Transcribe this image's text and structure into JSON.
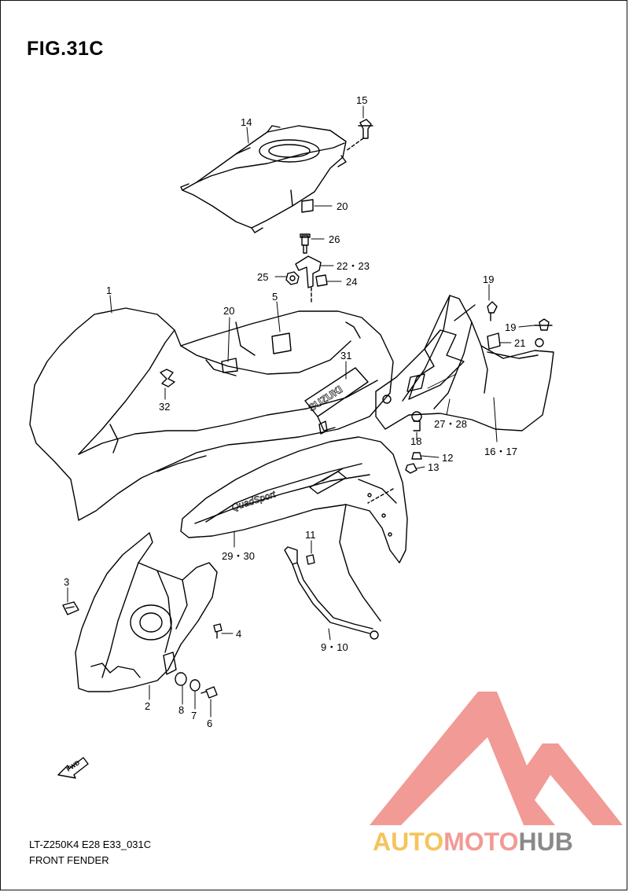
{
  "figure": {
    "title": "FIG.31C",
    "code": "LT-Z250K4 E28 E33_031C",
    "name": "FRONT FENDER"
  },
  "callouts": [
    {
      "id": "c14",
      "label": "14"
    },
    {
      "id": "c15",
      "label": "15"
    },
    {
      "id": "c20a",
      "label": "20"
    },
    {
      "id": "c26",
      "label": "26"
    },
    {
      "id": "c22",
      "label": "22・23"
    },
    {
      "id": "c25",
      "label": "25"
    },
    {
      "id": "c24",
      "label": "24"
    },
    {
      "id": "c1",
      "label": "1"
    },
    {
      "id": "c5",
      "label": "5"
    },
    {
      "id": "c20b",
      "label": "20"
    },
    {
      "id": "c31",
      "label": "31"
    },
    {
      "id": "c32",
      "label": "32"
    },
    {
      "id": "c19a",
      "label": "19"
    },
    {
      "id": "c19b",
      "label": "19"
    },
    {
      "id": "c21",
      "label": "21"
    },
    {
      "id": "c2728",
      "label": "27・28"
    },
    {
      "id": "c1617",
      "label": "16・17"
    },
    {
      "id": "c18",
      "label": "18"
    },
    {
      "id": "c12",
      "label": "12"
    },
    {
      "id": "c13",
      "label": "13"
    },
    {
      "id": "c11",
      "label": "11"
    },
    {
      "id": "c2930",
      "label": "29・30"
    },
    {
      "id": "c3",
      "label": "3"
    },
    {
      "id": "c4",
      "label": "4"
    },
    {
      "id": "c910",
      "label": "9・10"
    },
    {
      "id": "c2",
      "label": "2"
    },
    {
      "id": "c8",
      "label": "8"
    },
    {
      "id": "c7",
      "label": "7"
    },
    {
      "id": "c6",
      "label": "6"
    }
  ],
  "decals": {
    "brand": "SUZUKI",
    "model": "QuadSport",
    "fwd": "FWD"
  },
  "watermark": {
    "word1": "AUTO",
    "word2": "MOTO",
    "word3": "HUB",
    "colors": {
      "triangle": "#f29a95",
      "auto": "#f6c35c",
      "moto": "#f29a95",
      "hub": "#8a8a8a"
    }
  }
}
